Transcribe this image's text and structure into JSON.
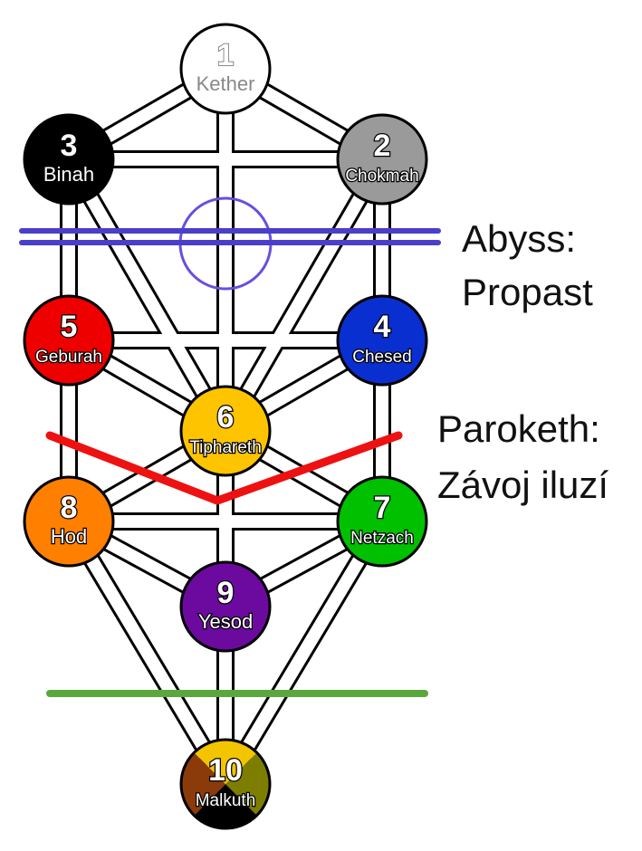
{
  "sephirot": [
    {
      "id": "kether",
      "number": "1",
      "name": "Kether",
      "fill": "#ffffff",
      "text_color": "#ffffff",
      "name_color": "#888888"
    },
    {
      "id": "chokmah",
      "number": "2",
      "name": "Chokmah",
      "fill": "#9a9a9a",
      "text_color": "#ffffff",
      "name_color": "#ffffff"
    },
    {
      "id": "binah",
      "number": "3",
      "name": "Binah",
      "fill": "#000000",
      "text_color": "#ffffff",
      "name_color": "#ffffff"
    },
    {
      "id": "chesed",
      "number": "4",
      "name": "Chesed",
      "fill": "#0a2fd0",
      "text_color": "#ffffff",
      "name_color": "#ffffff"
    },
    {
      "id": "geburah",
      "number": "5",
      "name": "Geburah",
      "fill": "#ee0000",
      "text_color": "#ffffff",
      "name_color": "#ffffff"
    },
    {
      "id": "tiphareth",
      "number": "6",
      "name": "Tiphareth",
      "fill": "#ffc400",
      "text_color": "#ffffff",
      "name_color": "#ffffff"
    },
    {
      "id": "netzach",
      "number": "7",
      "name": "Netzach",
      "fill": "#00c000",
      "text_color": "#ffffff",
      "name_color": "#ffffff"
    },
    {
      "id": "hod",
      "number": "8",
      "name": "Hod",
      "fill": "#ff7f00",
      "text_color": "#ffffff",
      "name_color": "#ffffff"
    },
    {
      "id": "yesod",
      "number": "9",
      "name": "Yesod",
      "fill": "#6c0aa0",
      "text_color": "#ffffff",
      "name_color": "#ffffff"
    },
    {
      "id": "malkuth",
      "number": "10",
      "name": "Malkuth",
      "fill": "#000000",
      "text_color": "#ffffff",
      "name_color": "#ffffff",
      "quarters": [
        "#f2c500",
        "#7d7d00",
        "#000000",
        "#8b3a0a"
      ]
    }
  ],
  "paths": [
    [
      "kether",
      "chokmah"
    ],
    [
      "kether",
      "binah"
    ],
    [
      "kether",
      "tiphareth"
    ],
    [
      "chokmah",
      "binah"
    ],
    [
      "chokmah",
      "tiphareth"
    ],
    [
      "chokmah",
      "chesed"
    ],
    [
      "binah",
      "tiphareth"
    ],
    [
      "binah",
      "geburah"
    ],
    [
      "chesed",
      "geburah"
    ],
    [
      "chesed",
      "tiphareth"
    ],
    [
      "chesed",
      "netzach"
    ],
    [
      "geburah",
      "tiphareth"
    ],
    [
      "geburah",
      "hod"
    ],
    [
      "tiphareth",
      "netzach"
    ],
    [
      "tiphareth",
      "hod"
    ],
    [
      "tiphareth",
      "yesod"
    ],
    [
      "netzach",
      "hod"
    ],
    [
      "netzach",
      "yesod"
    ],
    [
      "netzach",
      "malkuth"
    ],
    [
      "hod",
      "yesod"
    ],
    [
      "hod",
      "malkuth"
    ],
    [
      "yesod",
      "malkuth"
    ]
  ],
  "abyss": {
    "line1": "Abyss:",
    "line2": "Propast",
    "color": "#4a3fc8",
    "daath_color": "#6a4ee0"
  },
  "paroketh": {
    "line1": "Paroketh:",
    "line2": "Závoj iluzí",
    "color": "#ee1111"
  },
  "lower_line_color": "#5aa83c"
}
